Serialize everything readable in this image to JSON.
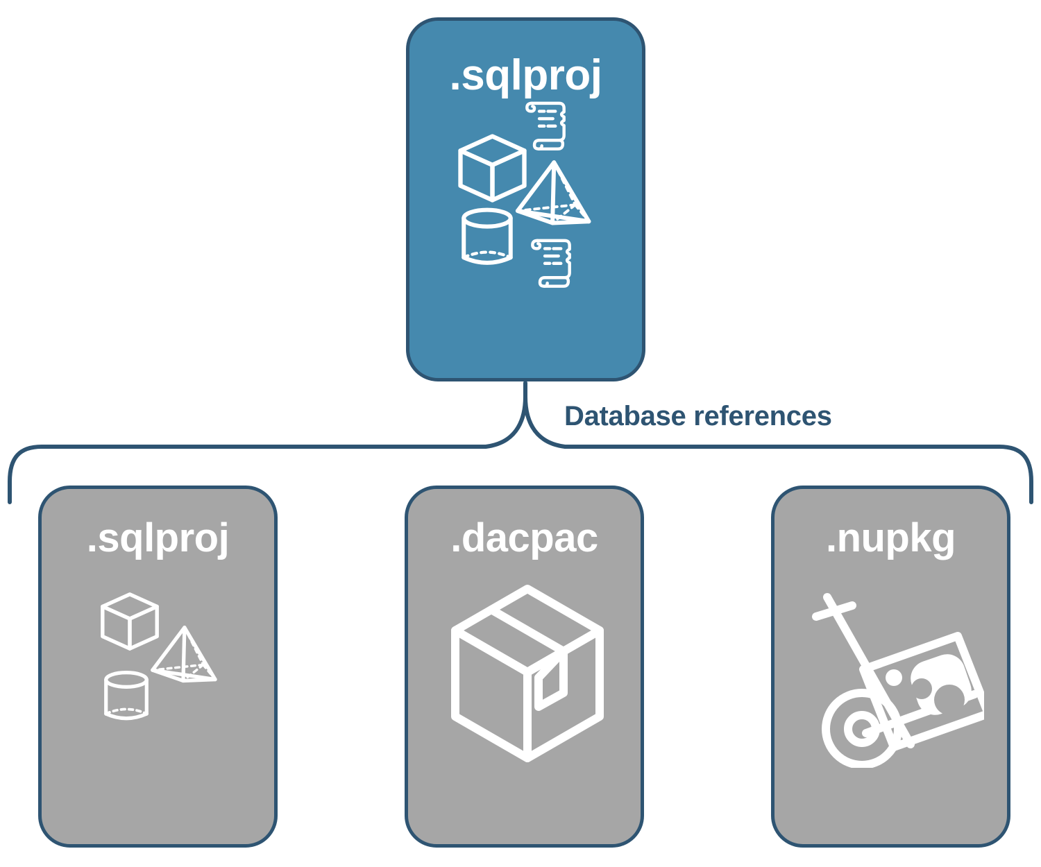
{
  "diagram": {
    "title_semantics": "SQL project database references relationship diagram",
    "colors": {
      "root_card_fill": "#4589ae",
      "leaf_card_fill": "#a6a6a6",
      "border": "#2e5472",
      "label_text": "#2e5472",
      "icon_stroke": "#ffffff",
      "background": "#ffffff"
    },
    "connector": {
      "label": "Database references",
      "style": "curly-brace",
      "color": "#2e5472"
    },
    "root_node": {
      "label": ".sqlproj",
      "icons": [
        "cube-wireframe-icon",
        "scroll-icon",
        "pyramid-wireframe-icon",
        "cylinder-wireframe-icon",
        "scroll-icon"
      ]
    },
    "reference_nodes": [
      {
        "label": ".sqlproj",
        "icons": [
          "cube-wireframe-icon",
          "pyramid-wireframe-icon",
          "cylinder-wireframe-icon"
        ]
      },
      {
        "label": ".dacpac",
        "icons": [
          "package-box-icon"
        ]
      },
      {
        "label": ".nupkg",
        "icons": [
          "hand-truck-package-icon"
        ]
      }
    ]
  }
}
